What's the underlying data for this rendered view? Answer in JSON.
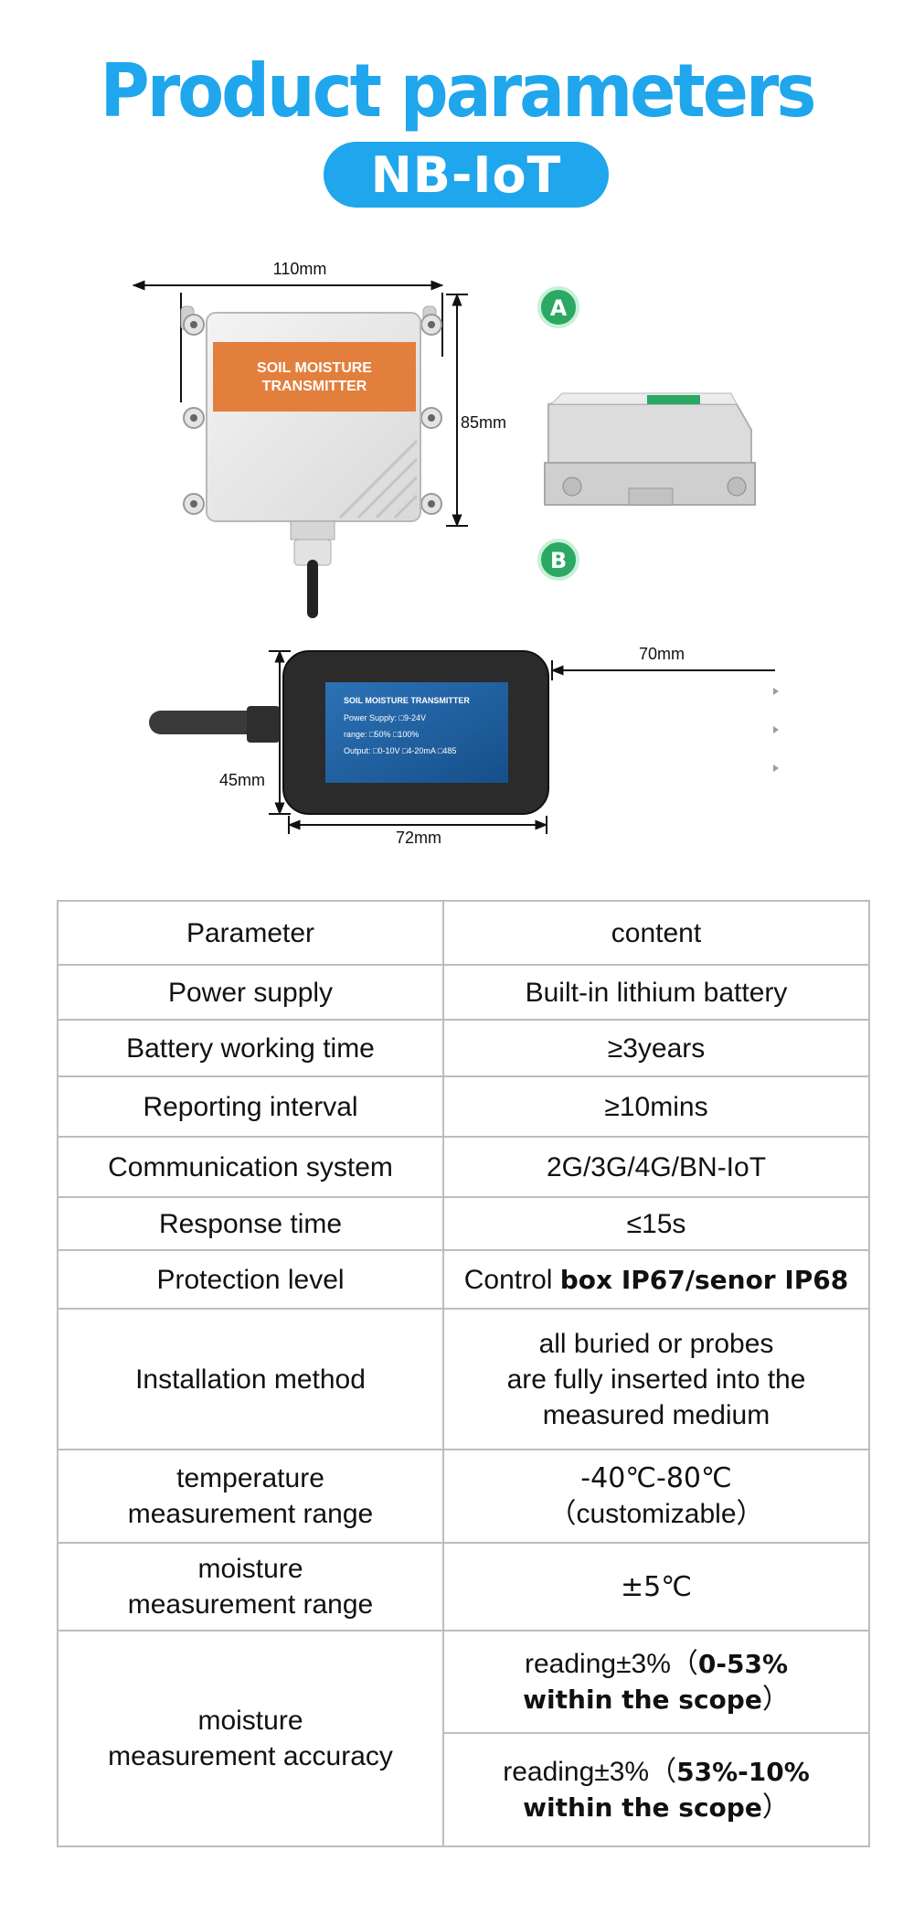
{
  "header": {
    "title": "Product parameters",
    "badge": "NB-IoT"
  },
  "figure": {
    "dim_box_width": "110mm",
    "dim_box_height": "85mm",
    "dim_probe_length": "70mm",
    "dim_body_height": "45mm",
    "dim_body_width": "72mm",
    "marker_a": "A",
    "marker_b": "B",
    "box_label_line1": "SOIL MOISTURE",
    "box_label_line2": "TRANSMITTER",
    "sticker_title": "SOIL MOISTURE  TRANSMITTER",
    "sticker_line1": "Power Supply:  □9-24V",
    "sticker_line2": "range:  □50%  □100%",
    "sticker_line3": "Output: □0-10V □4-20mA □485"
  },
  "table": {
    "header": {
      "param": "Parameter",
      "content": "content"
    },
    "rows": [
      {
        "param": "Power supply",
        "content": "Built-in lithium battery"
      },
      {
        "param": "Battery working time",
        "content": "≥3years"
      },
      {
        "param": "Reporting interval",
        "content": "≥10mins"
      },
      {
        "param": "Communication system",
        "content": "2G/3G/4G/BN-IoT"
      },
      {
        "param": "Response time",
        "content": "≤15s"
      },
      {
        "param": "Protection level",
        "content_a": "Control ",
        "content_b": "box IP67/senor IP68"
      },
      {
        "param": "Installation method",
        "line1": "all buried or probes",
        "line2": "are fully inserted into the",
        "line3": "measured medium"
      },
      {
        "param_line1": "temperature",
        "param_line2": "measurement range",
        "line1": "-40℃-80℃",
        "line2": "（customizable）"
      },
      {
        "param_line1": "moisture",
        "param_line2": "measurement range",
        "content": "±5℃"
      },
      {
        "param_line1": "moisture",
        "param_line2": "measurement accuracy",
        "a_line1_a": "reading±3%（",
        "a_line1_b": "0-53%",
        "a_line2_a": "within the scope",
        "a_line2_b": "）",
        "b_line1_a": "reading±3%（",
        "b_line1_b": "53%-10%",
        "b_line2_a": "within the scope",
        "b_line2_b": "）"
      }
    ]
  }
}
